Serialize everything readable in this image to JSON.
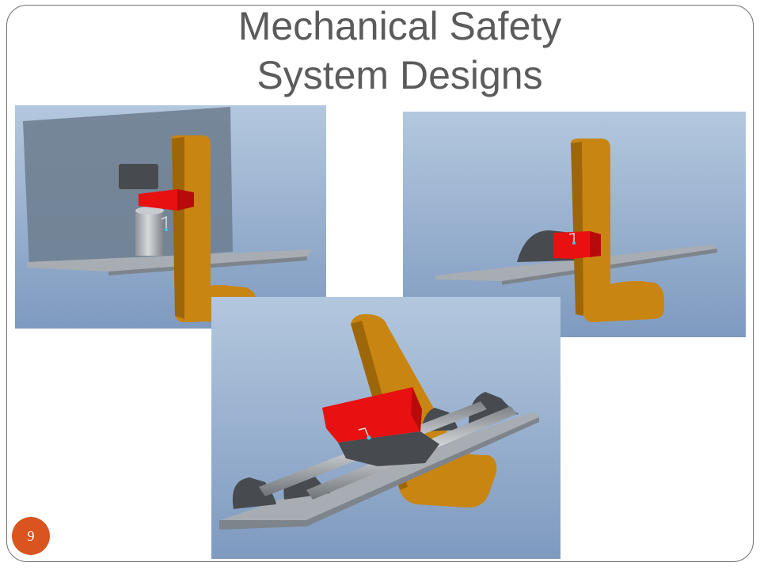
{
  "slide": {
    "title_line1": "Mechanical Safety",
    "title_line2": "System Designs",
    "page_number": "9"
  },
  "colors": {
    "title_text": "#5b5b5b",
    "page_badge": "#d9541e",
    "viewport_sky_top": "#b3c8de",
    "viewport_sky_bottom": "#7f9ac0",
    "lever_orange": "#c98512",
    "block_red": "#e81010",
    "base_plate_gray": "#a7adb3",
    "dark_part": "#474a4e"
  },
  "images": [
    {
      "name": "cad-design-1",
      "alt": "Orange lever with red block on cylindrical post on gray plate"
    },
    {
      "name": "cad-design-2",
      "alt": "Orange lever with red block and dark saddle on gray plate"
    },
    {
      "name": "cad-design-3",
      "alt": "Orange lever with red block on twin rod rail on angled gray plate"
    }
  ]
}
